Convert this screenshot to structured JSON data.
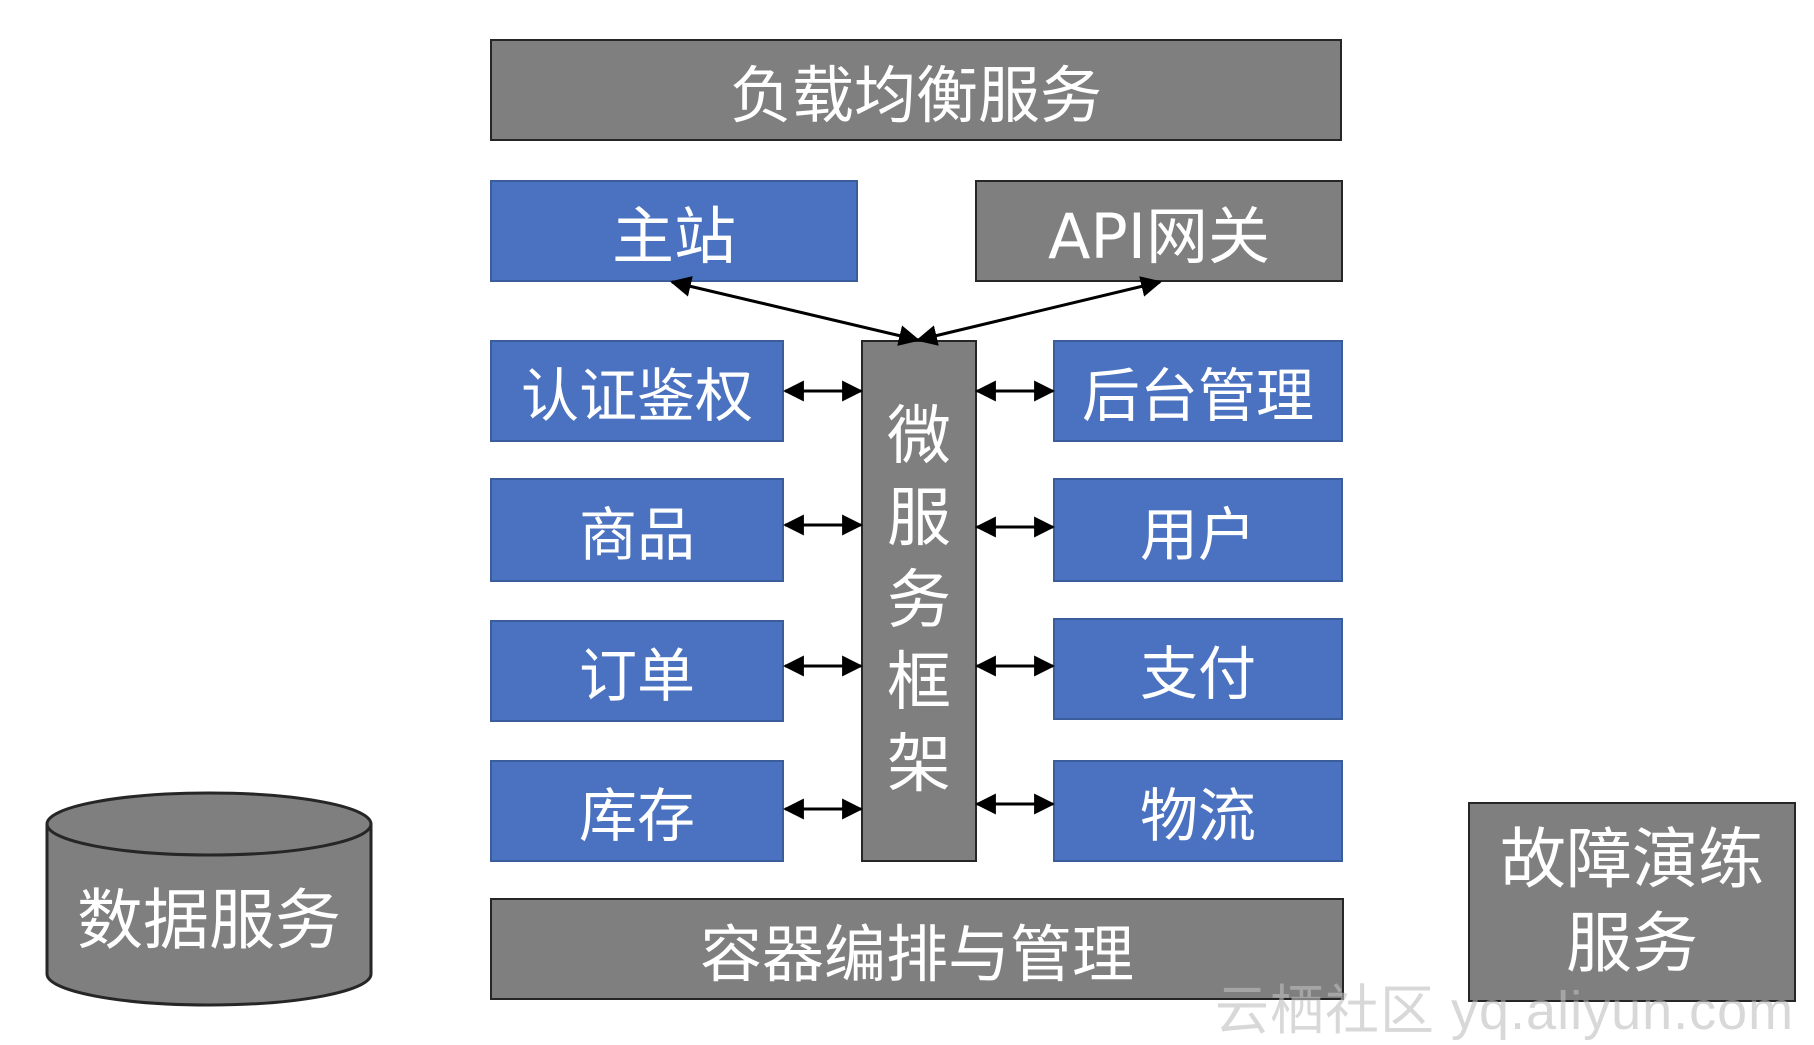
{
  "diagram": {
    "load_balancer": "负载均衡服务",
    "main_site": "主站",
    "api_gateway": "API网关",
    "framework_chars": [
      "微",
      "服",
      "务",
      "框",
      "架"
    ],
    "left_services": [
      "认证鉴权",
      "商品",
      "订单",
      "库存"
    ],
    "right_services": [
      "后台管理",
      "用户",
      "支付",
      "物流"
    ],
    "container": "容器编排与管理",
    "data_service": "数据服务",
    "chaos_drill_lines": [
      "故障演练",
      "服务"
    ]
  },
  "watermark": "云栖社区 yq.aliyun.com",
  "colors": {
    "gray_box": "#7f7f7f",
    "blue_box": "#4a72c0",
    "border_dark": "#262626",
    "arrow": "#000000"
  }
}
